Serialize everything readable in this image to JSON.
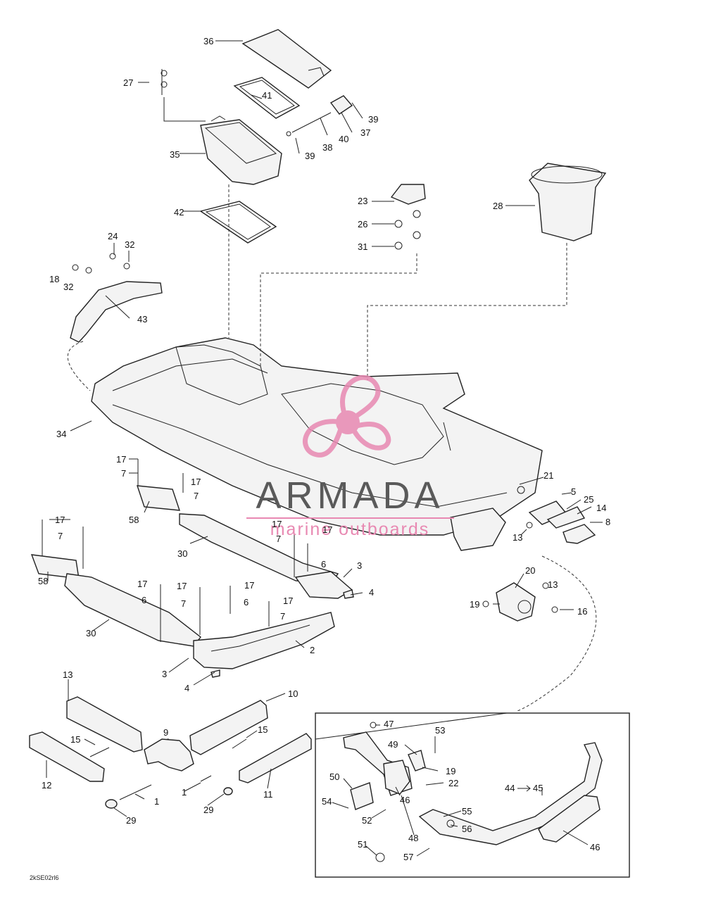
{
  "diagram": {
    "callouts": [
      "1",
      "2",
      "3",
      "4",
      "5",
      "6",
      "7",
      "8",
      "9",
      "10",
      "11",
      "12",
      "13",
      "14",
      "15",
      "16",
      "17",
      "18",
      "19",
      "20",
      "21",
      "22",
      "23",
      "24",
      "25",
      "26",
      "27",
      "28",
      "29",
      "30",
      "31",
      "32",
      "34",
      "35",
      "36",
      "37",
      "38",
      "39",
      "40",
      "41",
      "42",
      "43",
      "44",
      "45",
      "46",
      "47",
      "48",
      "49",
      "50",
      "51",
      "52",
      "53",
      "54",
      "55",
      "56",
      "57",
      "58"
    ],
    "code": "2kSE02rl6"
  },
  "watermark": {
    "brand": "ARMADA",
    "tagline": "marine outboards",
    "color_text": "#5a5a5a",
    "color_accent": "#e889b2"
  },
  "icons": [
    "propeller-logo-icon"
  ]
}
